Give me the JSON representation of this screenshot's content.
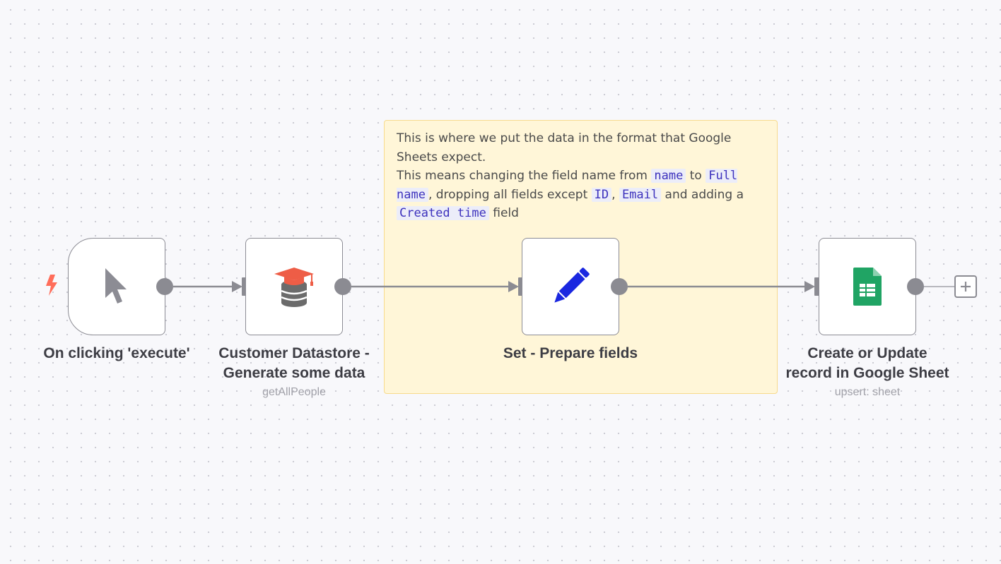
{
  "sticky_note": {
    "line1": "This is where we put the data in the format that Google Sheets expect.",
    "line2_prefix": "This means changing the field name from ",
    "code_name": "name",
    "to_word": " to ",
    "code_full_name": "Full name",
    "dropping": ", dropping all fields except ",
    "code_id": "ID",
    "comma": ", ",
    "code_email": "Email",
    "adding": " and adding a ",
    "code_created_time": "Created time",
    "field_word": " field"
  },
  "nodes": [
    {
      "label_line1": "On clicking 'execute'",
      "label_line2": "",
      "subtitle": "",
      "icon": "cursor-arrow-icon"
    },
    {
      "label_line1": "Customer Datastore -",
      "label_line2": "Generate some data",
      "subtitle": "getAllPeople",
      "icon": "database-graduation-cap-icon"
    },
    {
      "label_line1": "Set - Prepare fields",
      "label_line2": "",
      "subtitle": "",
      "icon": "pencil-icon"
    },
    {
      "label_line1": "Create or Update",
      "label_line2": "record in Google Sheet",
      "subtitle": "upsert: sheet",
      "icon": "google-sheets-icon"
    }
  ],
  "colors": {
    "trigger_bolt": "#ff6d5a",
    "connector": "#8b8b92",
    "pencil": "#1a27e0",
    "sheets_green": "#20a464",
    "database_cap": "#ee5d46",
    "database_body": "#6b6b6b",
    "sticky_bg": "#fff6d8",
    "code_text": "#3d32bd"
  },
  "add_button": {
    "icon": "plus-icon"
  },
  "trigger_marker": {
    "icon": "lightning-bolt-icon"
  }
}
